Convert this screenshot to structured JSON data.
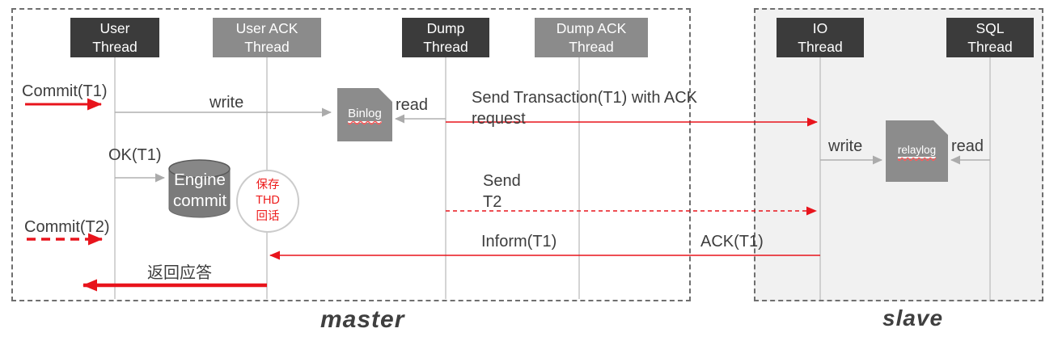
{
  "regions": {
    "master_label": "master",
    "slave_label": "slave"
  },
  "threads": {
    "user": {
      "label": "User\nThread"
    },
    "user_ack": {
      "label": "User ACK\nThread"
    },
    "dump": {
      "label": "Dump\nThread"
    },
    "dump_ack": {
      "label": "Dump ACK\nThread"
    },
    "io": {
      "label": "IO\nThread"
    },
    "sql": {
      "label": "SQL\nThread"
    }
  },
  "nodes": {
    "binlog": "Binlog",
    "relaylog": "relaylog",
    "engine_commit": "Engine\ncommit",
    "thd_note": "保存\nTHD\n回话"
  },
  "messages": {
    "commit_t1": "Commit(T1)",
    "write_binlog": "write",
    "read_binlog": "read",
    "send_txn": "Send Transaction(T1)  with ACK\nrequest",
    "ok_t1": "OK(T1)",
    "commit_t2": "Commit(T2)",
    "send_t2": "Send\nT2",
    "inform_t1": "Inform(T1)",
    "ack_t1": "ACK(T1)",
    "reply": "返回应答",
    "write_relaylog": "write",
    "read_relaylog": "read"
  },
  "colors": {
    "accent_red": "#e8141c",
    "dark_box": "#3b3b3b",
    "gray_box": "#8b8b8b",
    "icon_gray": "#8c8c8c",
    "slave_bg": "#f1f1f1"
  }
}
